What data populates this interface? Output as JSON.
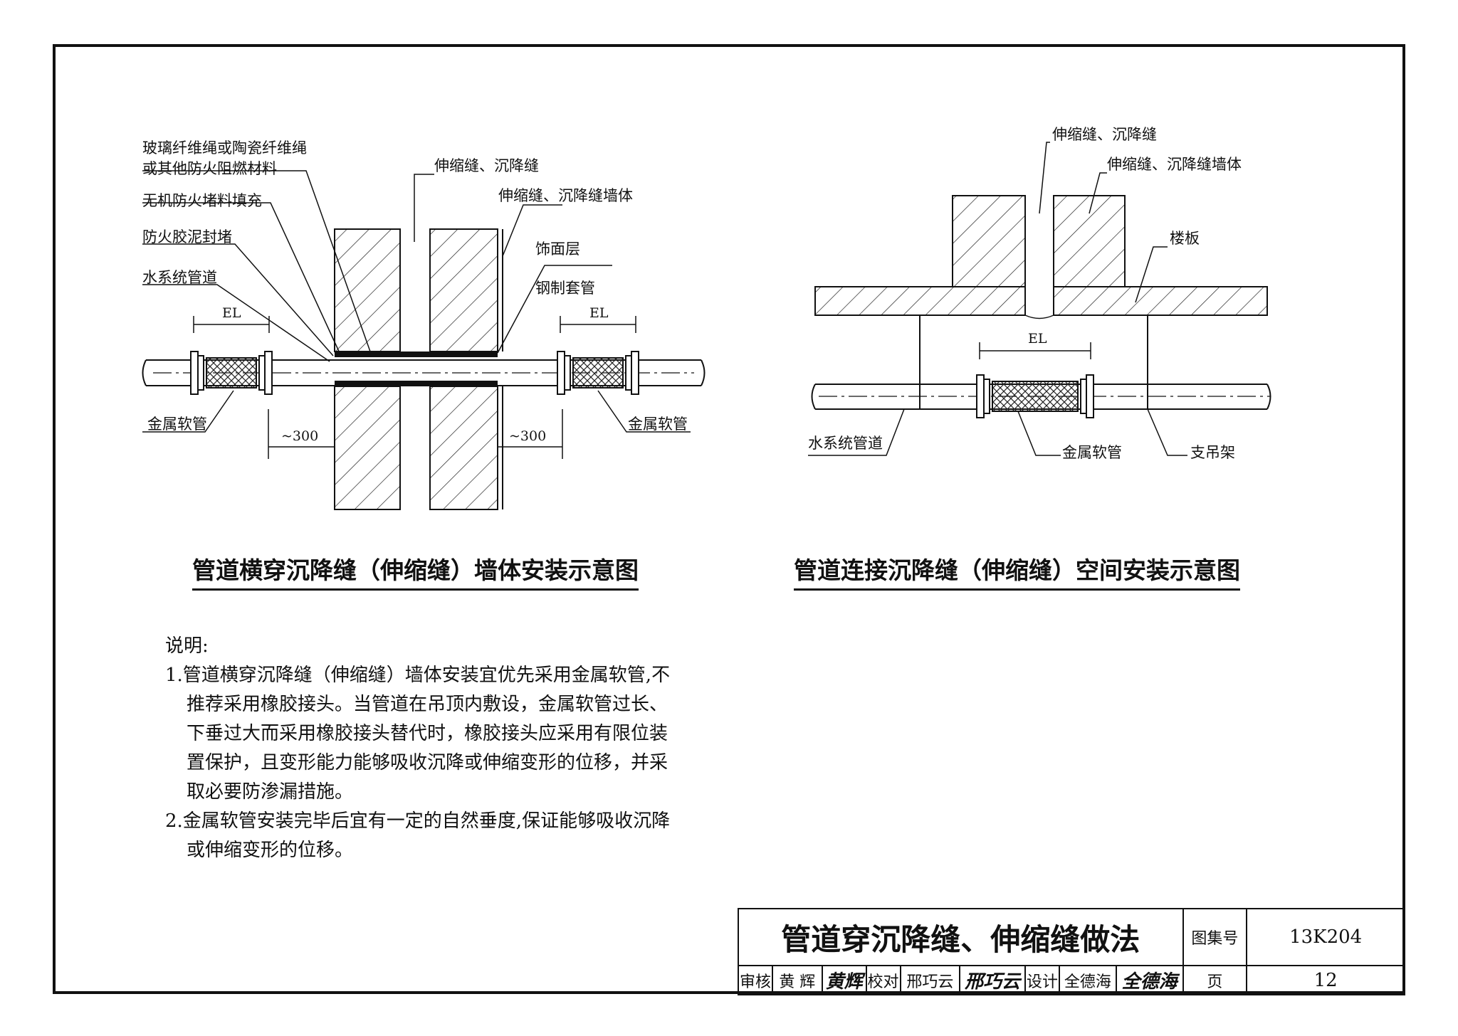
{
  "drawing_left": {
    "caption": "管道横穿沉降缝（伸缩缝）墙体安装示意图",
    "labels": {
      "fiber_rope_line1": "玻璃纤维绳或陶瓷纤维绳",
      "fiber_rope_line2": "或其他防火阻燃材料",
      "inorganic_fill": "无机防火堵料填充",
      "fire_mastic": "防火胶泥封堵",
      "water_pipe": "水系统管道",
      "joint": "伸缩缝、沉降缝",
      "joint_wall": "伸缩缝、沉降缝墙体",
      "finish_layer": "饰面层",
      "steel_sleeve": "钢制套管",
      "metal_hose_left": "金属软管",
      "metal_hose_right": "金属软管",
      "el_left": "EL",
      "el_right": "EL",
      "dist_left": "~300",
      "dist_right": "~300"
    }
  },
  "drawing_right": {
    "caption": "管道连接沉降缝（伸缩缝）空间安装示意图",
    "labels": {
      "joint": "伸缩缝、沉降缝",
      "joint_wall": "伸缩缝、沉降缝墙体",
      "slab": "楼板",
      "el": "EL",
      "water_pipe": "水系统管道",
      "metal_hose": "金属软管",
      "hanger": "支吊架"
    }
  },
  "notes": {
    "title": "说明:",
    "items": [
      "1.管道横穿沉降缝（伸缩缝）墙体安装宜优先采用金属软管,不推荐采用橡胶接头。当管道在吊顶内敷设，金属软管过长、下垂过大而采用橡胶接头替代时，橡胶接头应采用有限位装置保护，且变形能力能够吸收沉降或伸缩变形的位移，并采取必要防渗漏措施。",
      "2.金属软管安装完毕后宜有一定的自然垂度,保证能够吸收沉降或伸缩变形的位移。"
    ]
  },
  "title_block": {
    "title": "管道穿沉降缝、伸缩缝做法",
    "atlas_label": "图集号",
    "atlas_no": "13K204",
    "page_label": "页",
    "page_no": "12",
    "review_label": "审核",
    "reviewer": "黄 辉",
    "reviewer_sig": "黄辉",
    "check_label": "校对",
    "checker": "邢巧云",
    "checker_sig": "邢巧云",
    "design_label": "设计",
    "designer": "全德海",
    "designer_sig": "全德海"
  }
}
